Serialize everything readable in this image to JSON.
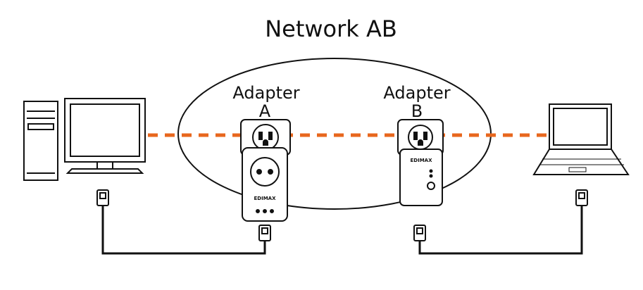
{
  "title": "Network AB",
  "adapters": [
    {
      "name_line1": "Adapter",
      "name_line2": "A",
      "brand": "EDIMAX"
    },
    {
      "name_line1": "Adapter",
      "name_line2": "B",
      "brand": "EDIMAX"
    }
  ],
  "colors": {
    "network_link": "#e8671e",
    "outline": "#111111",
    "cable": "#111111"
  },
  "icons": [
    "desktop-computer-icon",
    "laptop-icon",
    "ethernet-plug-icon",
    "power-outlet-icon",
    "powerline-adapter-icon"
  ]
}
